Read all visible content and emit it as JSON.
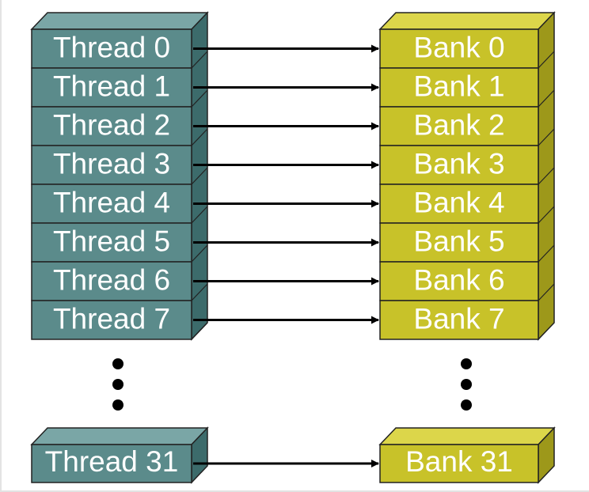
{
  "threads": [
    "Thread 0",
    "Thread 1",
    "Thread 2",
    "Thread 3",
    "Thread 4",
    "Thread 5",
    "Thread 6",
    "Thread 7"
  ],
  "banks": [
    "Bank 0",
    "Bank 1",
    "Bank 2",
    "Bank 3",
    "Bank 4",
    "Bank 5",
    "Bank 6",
    "Bank 7"
  ],
  "last_thread": "Thread 31",
  "last_bank": "Bank 31",
  "colors": {
    "thread_face": "#5b8b8b",
    "thread_top": "#7aa6a6",
    "thread_side": "#3c6b6b",
    "bank_face": "#c8c229",
    "bank_top": "#dcd64a",
    "bank_side": "#9d981a",
    "outline": "#222222",
    "arrow": "#000000"
  }
}
